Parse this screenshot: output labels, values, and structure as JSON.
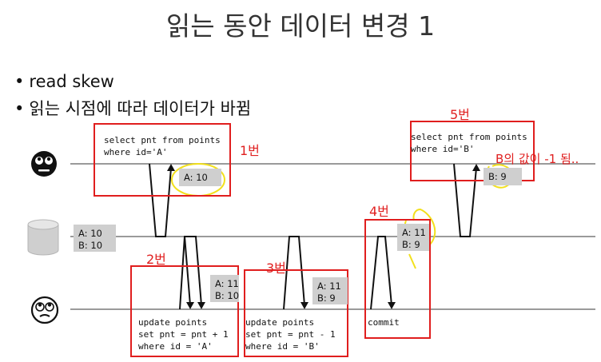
{
  "title": "읽는 동안 데이터 변경 1",
  "bullets": [
    "read skew",
    "읽는 시점에 따라 데이터가 바뀜"
  ],
  "queries": {
    "q1": "select pnt from points\nwhere id='A'",
    "q2": "update points\nset pnt = pnt + 1\nwhere id = 'A'",
    "q3": "update points\nset pnt = pnt - 1\nwhere id = 'B'",
    "q4": "commit",
    "q5": "select pnt from points\nwhere id='B'"
  },
  "values": {
    "result_a": "A: 10",
    "db_initial": "A: 10\nB: 10",
    "after_step2": "A: 11\nB: 10",
    "after_step3": "A: 11\nB: 9",
    "after_commit": "A: 11\nB: 9",
    "result_b": "B: 9"
  },
  "annotations": {
    "step1": "1번",
    "step2": "2번",
    "step3": "3번",
    "step4": "4번",
    "step5": "5번",
    "note": "B의 값이 -1 됨.."
  },
  "actors": {
    "reader": "dark-face-icon",
    "database": "database-cylinder-icon",
    "writer": "rolling-eyes-face-icon"
  },
  "colors": {
    "highlight_red": "#e01e1e",
    "highlight_yellow": "#f2e01c",
    "value_box": "#cfcfcf"
  }
}
